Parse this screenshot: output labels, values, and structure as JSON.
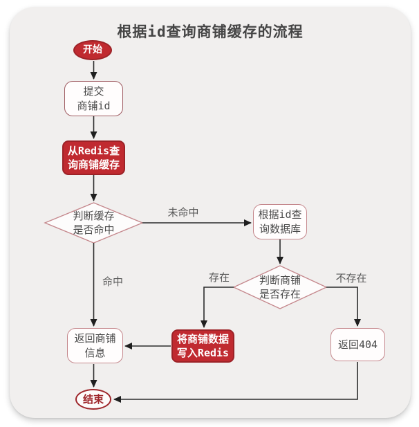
{
  "title": "根据id查询商铺缓存的流程",
  "colors": {
    "accent_red": "#c02a30",
    "accent_red_dark": "#9c2227",
    "node_border_pink": "#c5888d",
    "node_border_dark": "#9e5a60",
    "end_red": "#9e262b",
    "line": "#2b2b2b",
    "text": "#4a4a4a",
    "label_text": "#595959",
    "panel_bg": "#f1efee"
  },
  "nodes": {
    "start": {
      "label": "开始"
    },
    "submit": {
      "label": "提交\n商铺id"
    },
    "redis_query": {
      "label": "从Redis查\n询商铺缓存"
    },
    "cache_hit_decision": {
      "label": "判断缓存\n是否命中"
    },
    "db_query": {
      "label": "根据id查\n询数据库"
    },
    "shop_exists_decision": {
      "label": "判断商铺\n是否存在"
    },
    "return_shop_info": {
      "label": "返回商铺\n信息"
    },
    "write_redis": {
      "label": "将商铺数据\n写入Redis"
    },
    "return_404": {
      "label": "返回404"
    },
    "end": {
      "label": "结束"
    }
  },
  "edge_labels": {
    "miss": "未命中",
    "hit": "命中",
    "exists": "存在",
    "not_exists": "不存在"
  }
}
